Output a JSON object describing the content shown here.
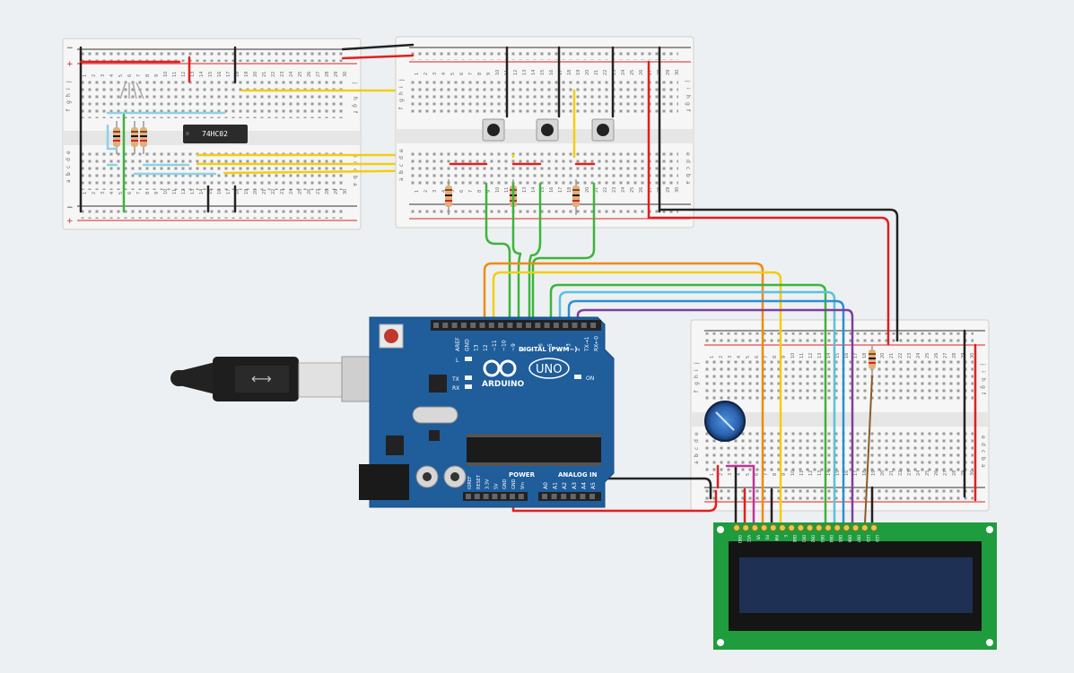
{
  "breadboard_column_numbers": [
    "1",
    "2",
    "3",
    "4",
    "5",
    "6",
    "7",
    "8",
    "9",
    "10",
    "11",
    "12",
    "13",
    "14",
    "15",
    "16",
    "17",
    "18",
    "19",
    "20",
    "21",
    "22",
    "23",
    "24",
    "25",
    "26",
    "27",
    "28",
    "29",
    "30"
  ],
  "breadboard_row_letters_top": [
    "j",
    "i",
    "h",
    "g",
    "f"
  ],
  "breadboard_row_letters_bottom": [
    "e",
    "d",
    "c",
    "b",
    "a"
  ],
  "rail_plus": "+",
  "rail_minus": "−",
  "ic_label": "74HC02",
  "arduino": {
    "brand": "ARDUINO",
    "model": "UNO",
    "digital_label": "DIGITAL (PWM~)",
    "power_label": "POWER",
    "analog_label": "ANALOG IN",
    "on_label": "ON",
    "l_label": "L",
    "tx_label": "TX",
    "rx_label": "RX",
    "digital_pins": [
      "AREF",
      "GND",
      "13",
      "12",
      "~11",
      "~10",
      "~9",
      "8",
      "7",
      "~6",
      "~5",
      "4",
      "~3",
      "2",
      "TX→1",
      "RX←0"
    ],
    "power_pins": [
      "IOREF",
      "RESET",
      "3.3V",
      "5V",
      "GND",
      "GND",
      "Vin"
    ],
    "analog_pins": [
      "A0",
      "A1",
      "A2",
      "A3",
      "A4",
      "A5"
    ]
  },
  "lcd_pins": [
    "GND",
    "VCC",
    "V0",
    "RS",
    "RW",
    "E",
    "DB0",
    "DB1",
    "DB2",
    "DB3",
    "DB4",
    "DB5",
    "DB6",
    "DB7",
    "LED",
    "LED"
  ],
  "colors": {
    "board": "#f6f6f6",
    "rail_red": "#e21e1e",
    "rail_black": "#222222",
    "arduino_blue": "#1f5d9b",
    "lcd_green": "#1f9c3e",
    "lcd_screen": "#1e3053",
    "wire_yellow": "#f2cd10",
    "wire_green": "#3cb43c",
    "wire_orange": "#ef8a12",
    "wire_cyan": "#5cc0dc",
    "wire_blue": "#2f8ed0",
    "wire_purple": "#7a3ea0",
    "wire_magenta": "#c0329a",
    "wire_brown": "#8c5a2b",
    "wire_lightblue": "#8fd0e6"
  }
}
